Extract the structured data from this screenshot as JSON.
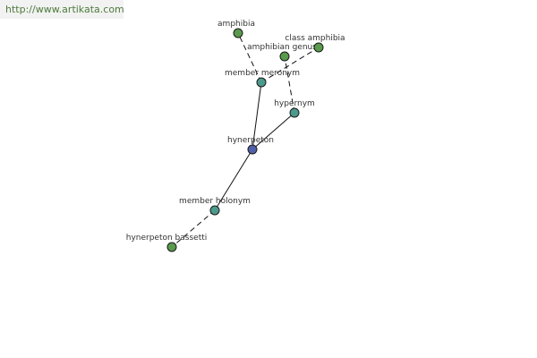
{
  "watermark": {
    "text": "http://www.artikata.com"
  },
  "colors": {
    "center": "#5060a8",
    "relation": "#4c9a8c",
    "leaf": "#5a9a4c"
  },
  "graph": {
    "nodes": [
      {
        "id": "hynerpeton",
        "label": "hynerpeton",
        "kind": "center"
      },
      {
        "id": "member_meronym",
        "label": "member meronym",
        "kind": "relation"
      },
      {
        "id": "hypernym",
        "label": "hypernym",
        "kind": "relation"
      },
      {
        "id": "member_holonym",
        "label": "member holonym",
        "kind": "relation"
      },
      {
        "id": "amphibia",
        "label": "amphibia",
        "kind": "leaf"
      },
      {
        "id": "amphibian_genus",
        "label": "amphibian genus",
        "kind": "leaf"
      },
      {
        "id": "class_amphibia",
        "label": "class amphibia",
        "kind": "leaf"
      },
      {
        "id": "hynerpeton_bassetti",
        "label": "hynerpeton bassetti",
        "kind": "leaf"
      }
    ],
    "edges": [
      {
        "from": "hynerpeton",
        "to": "member_meronym",
        "style": "solid"
      },
      {
        "from": "hynerpeton",
        "to": "hypernym",
        "style": "solid"
      },
      {
        "from": "hynerpeton",
        "to": "member_holonym",
        "style": "solid"
      },
      {
        "from": "member_meronym",
        "to": "amphibia",
        "style": "dashed"
      },
      {
        "from": "hypernym",
        "to": "amphibian_genus",
        "style": "dashed"
      },
      {
        "from": "member_meronym",
        "to": "class_amphibia",
        "style": "dashed"
      },
      {
        "from": "member_holonym",
        "to": "hynerpeton_bassetti",
        "style": "dashed"
      }
    ]
  }
}
